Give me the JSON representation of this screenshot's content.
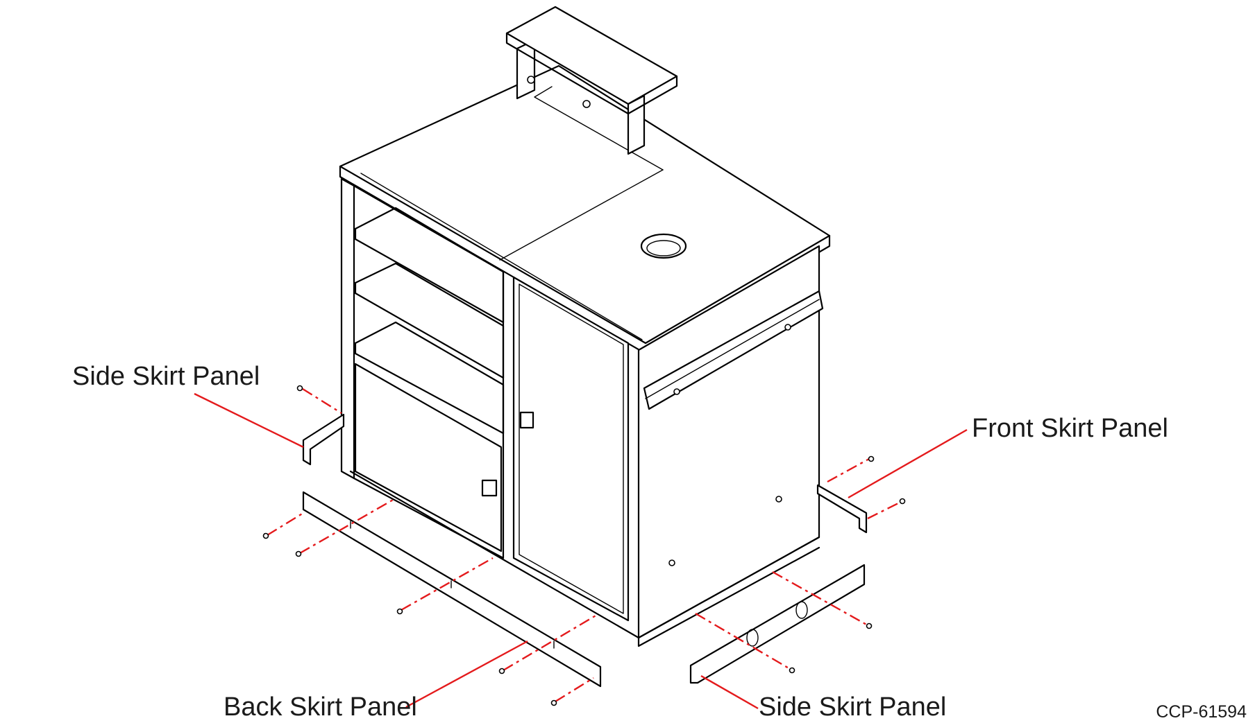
{
  "labels": {
    "side_skirt_left": "Side Skirt Panel",
    "front_skirt": "Front Skirt Panel",
    "back_skirt": "Back Skirt Panel",
    "side_skirt_right": "Side Skirt Panel",
    "drawing_code": "CCP-61594"
  },
  "colors": {
    "leader": "#e41a1c",
    "line": "#000000",
    "text": "#1a1a1a"
  }
}
